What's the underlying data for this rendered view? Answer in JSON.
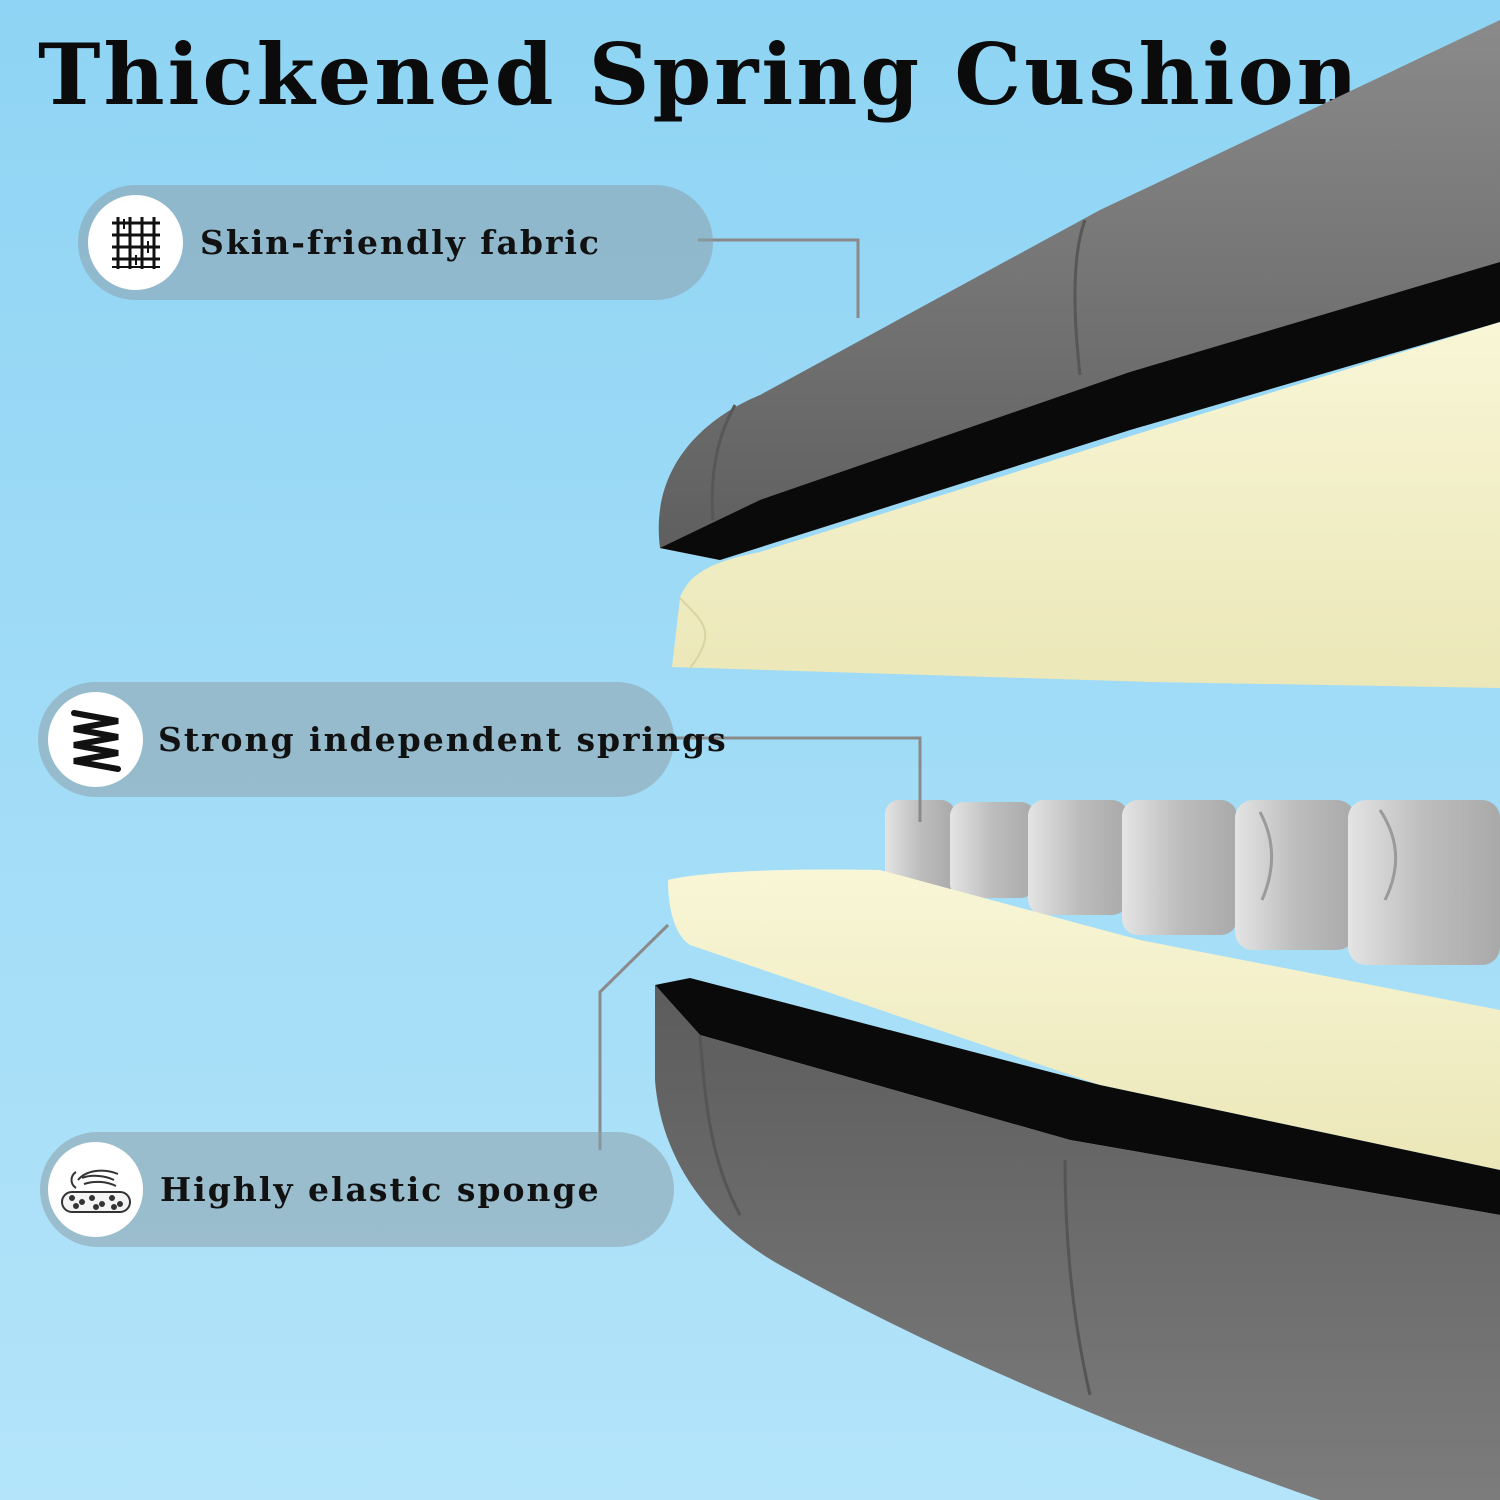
{
  "title": "Thickened Spring Cushion",
  "features": [
    {
      "label": "Skin-friendly fabric",
      "icon": "fabric-weave-icon"
    },
    {
      "label": "Strong independent springs",
      "icon": "coil-spring-icon"
    },
    {
      "label": "Highly elastic sponge",
      "icon": "hand-on-sponge-icon"
    }
  ],
  "colors": {
    "background_top": "#8fd4f4",
    "background_bottom": "#b3e4fa",
    "fabric_gray": "#6c6c6c",
    "liner_black": "#0a0a0a",
    "sponge_cream": "#f3f0c6",
    "spring_pocket": "#c9c9c9",
    "leader_line": "#8a8a8a",
    "pill_bg": "#8ca0ac"
  }
}
